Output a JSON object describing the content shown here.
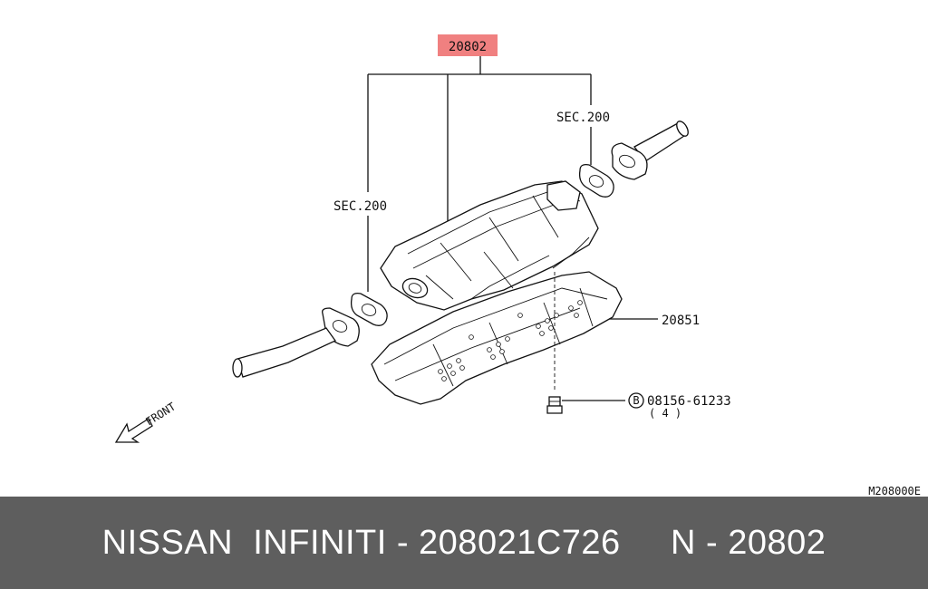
{
  "diagram": {
    "main_part_label": "20802",
    "main_part_highlight": "#f08080",
    "sec_label_left": "SEC.200",
    "sec_label_right": "SEC.200",
    "heat_shield_label": "20851",
    "bolt_symbol": "B",
    "bolt_label": "08156-61233",
    "bolt_qty": "( 4 )",
    "front_label": "FRONT",
    "diagram_code": "M208000E"
  },
  "footer": {
    "text": "NISSAN  INFINITI - 208021C726     N - 20802",
    "background": "#5e5e5e"
  }
}
